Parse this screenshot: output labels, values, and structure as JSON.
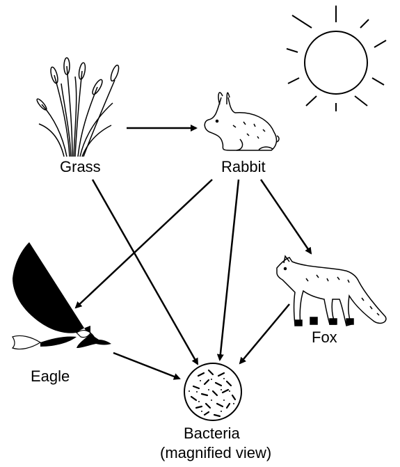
{
  "organisms": {
    "grass": "Grass",
    "rabbit": "Rabbit",
    "eagle": "Eagle",
    "fox": "Fox",
    "bacteria": "Bacteria",
    "bacteria_note": "(magnified view)"
  },
  "icons": {
    "sun": "sun-icon",
    "grass": "grass-icon",
    "rabbit": "rabbit-icon",
    "eagle": "eagle-icon",
    "fox": "fox-icon",
    "bacteria": "bacteria-circle-icon"
  },
  "arrows": [
    {
      "from": "Grass",
      "to": "Rabbit"
    },
    {
      "from": "Grass",
      "to": "Bacteria"
    },
    {
      "from": "Rabbit",
      "to": "Eagle"
    },
    {
      "from": "Rabbit",
      "to": "Bacteria"
    },
    {
      "from": "Rabbit",
      "to": "Fox"
    },
    {
      "from": "Eagle",
      "to": "Bacteria"
    },
    {
      "from": "Fox",
      "to": "Bacteria"
    }
  ],
  "colors": {
    "ink": "#000000",
    "background": "#ffffff"
  }
}
